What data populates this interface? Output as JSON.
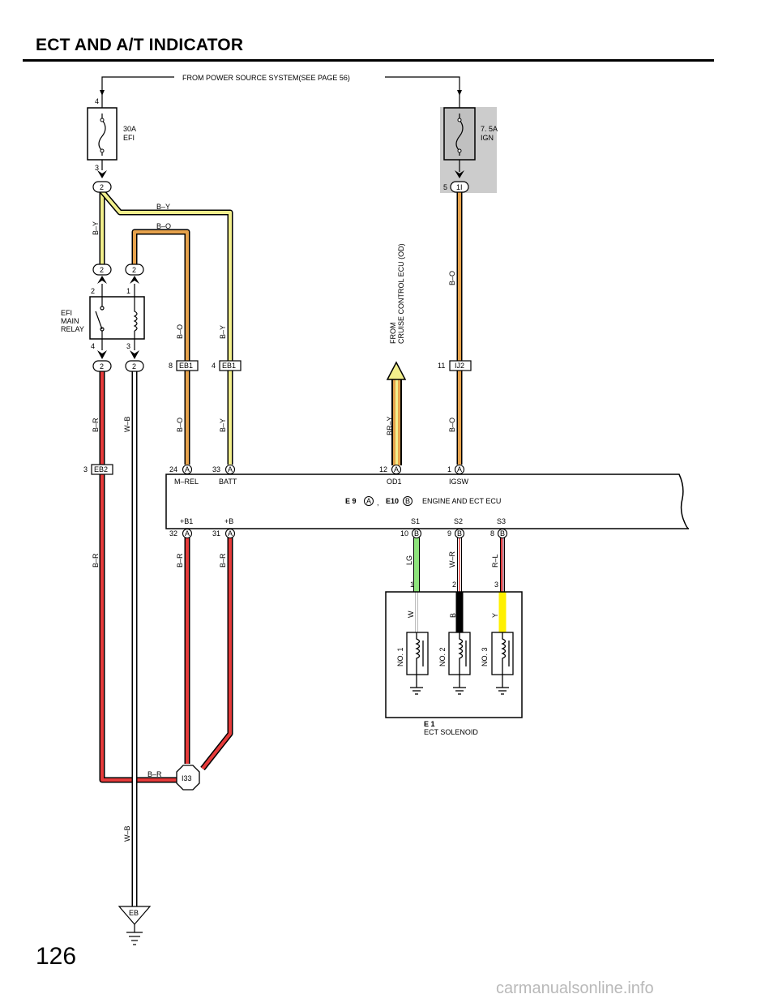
{
  "page": {
    "title": "ECT AND A/T INDICATOR",
    "page_number": "126",
    "watermark": "carmanualsonline.info"
  },
  "colors": {
    "wire_yellow": "#f2ef8c",
    "wire_orange": "#e6a24c",
    "wire_red": "#e63b3b",
    "wire_green": "#8ee37c",
    "wire_white": "#ffffff",
    "solid_yellow": "#fff000",
    "fuse_box_gray": "#cccccc",
    "fuse_body_gray": "#c0c0c0",
    "outline": "#000000"
  },
  "diagram": {
    "power_source_label": "FROM POWER SOURCE SYSTEM(SEE PAGE 56)",
    "fuse_efi": {
      "rating": "30A",
      "name": "EFI",
      "pin_top": "4",
      "pin_bottom": "3",
      "connector": "2"
    },
    "fuse_ign": {
      "rating": "7. 5A",
      "name": "IGN",
      "connector_pin": "5",
      "connector": "1I"
    },
    "relay": {
      "name_lines": [
        "EFI",
        "MAIN",
        "RELAY"
      ],
      "top_connectors": [
        "2",
        "2"
      ],
      "bottom_connectors": [
        "2",
        "2"
      ],
      "pins": {
        "top_left": "2",
        "top_right": "1",
        "bottom_left": "4",
        "bottom_right": "3"
      }
    },
    "wire_labels": {
      "b_y": "B–Y",
      "b_o": "B–O",
      "b_r": "B–R",
      "w_b": "W–B",
      "br_y": "BR–Y",
      "lg": "LG",
      "w_r": "W–R",
      "r_l": "R–L",
      "w": "W",
      "b": "B",
      "y": "Y"
    },
    "cruise_from": [
      "FROM",
      "CRUISE CONTROL ECU (OD)"
    ],
    "junctions": {
      "eb1_left": {
        "pin": "8",
        "name": "EB1"
      },
      "eb1_right": {
        "pin": "4",
        "name": "EB1"
      },
      "ij2": {
        "pin": "11",
        "name": "IJ2"
      },
      "eb2": {
        "pin": "3",
        "name": "EB2"
      },
      "i33": "I33",
      "ground_eb": "EB"
    },
    "ecu": {
      "name": "ENGINE AND ECT ECU",
      "connector_e9": "E 9",
      "connector_e10": "E10",
      "comma": ",",
      "conn_a": "A",
      "conn_b": "B",
      "top_pins": [
        {
          "num": "24",
          "conn": "A",
          "label": "M–REL"
        },
        {
          "num": "33",
          "conn": "A",
          "label": "BATT"
        },
        {
          "num": "12",
          "conn": "A",
          "label": "OD1"
        },
        {
          "num": "1",
          "conn": "A",
          "label": "IGSW"
        }
      ],
      "bottom_pins": [
        {
          "num": "32",
          "conn": "A",
          "label": "+B1"
        },
        {
          "num": "31",
          "conn": "A",
          "label": "+B"
        },
        {
          "num": "10",
          "conn": "B",
          "label": "S1"
        },
        {
          "num": "9",
          "conn": "B",
          "label": "S2"
        },
        {
          "num": "8",
          "conn": "B",
          "label": "S3"
        }
      ]
    },
    "solenoid": {
      "code": "E 1",
      "name": "ECT SOLENOID",
      "pins": [
        "1",
        "2",
        "3"
      ],
      "coils": [
        "NO. 1",
        "NO. 2",
        "NO. 3"
      ]
    }
  }
}
